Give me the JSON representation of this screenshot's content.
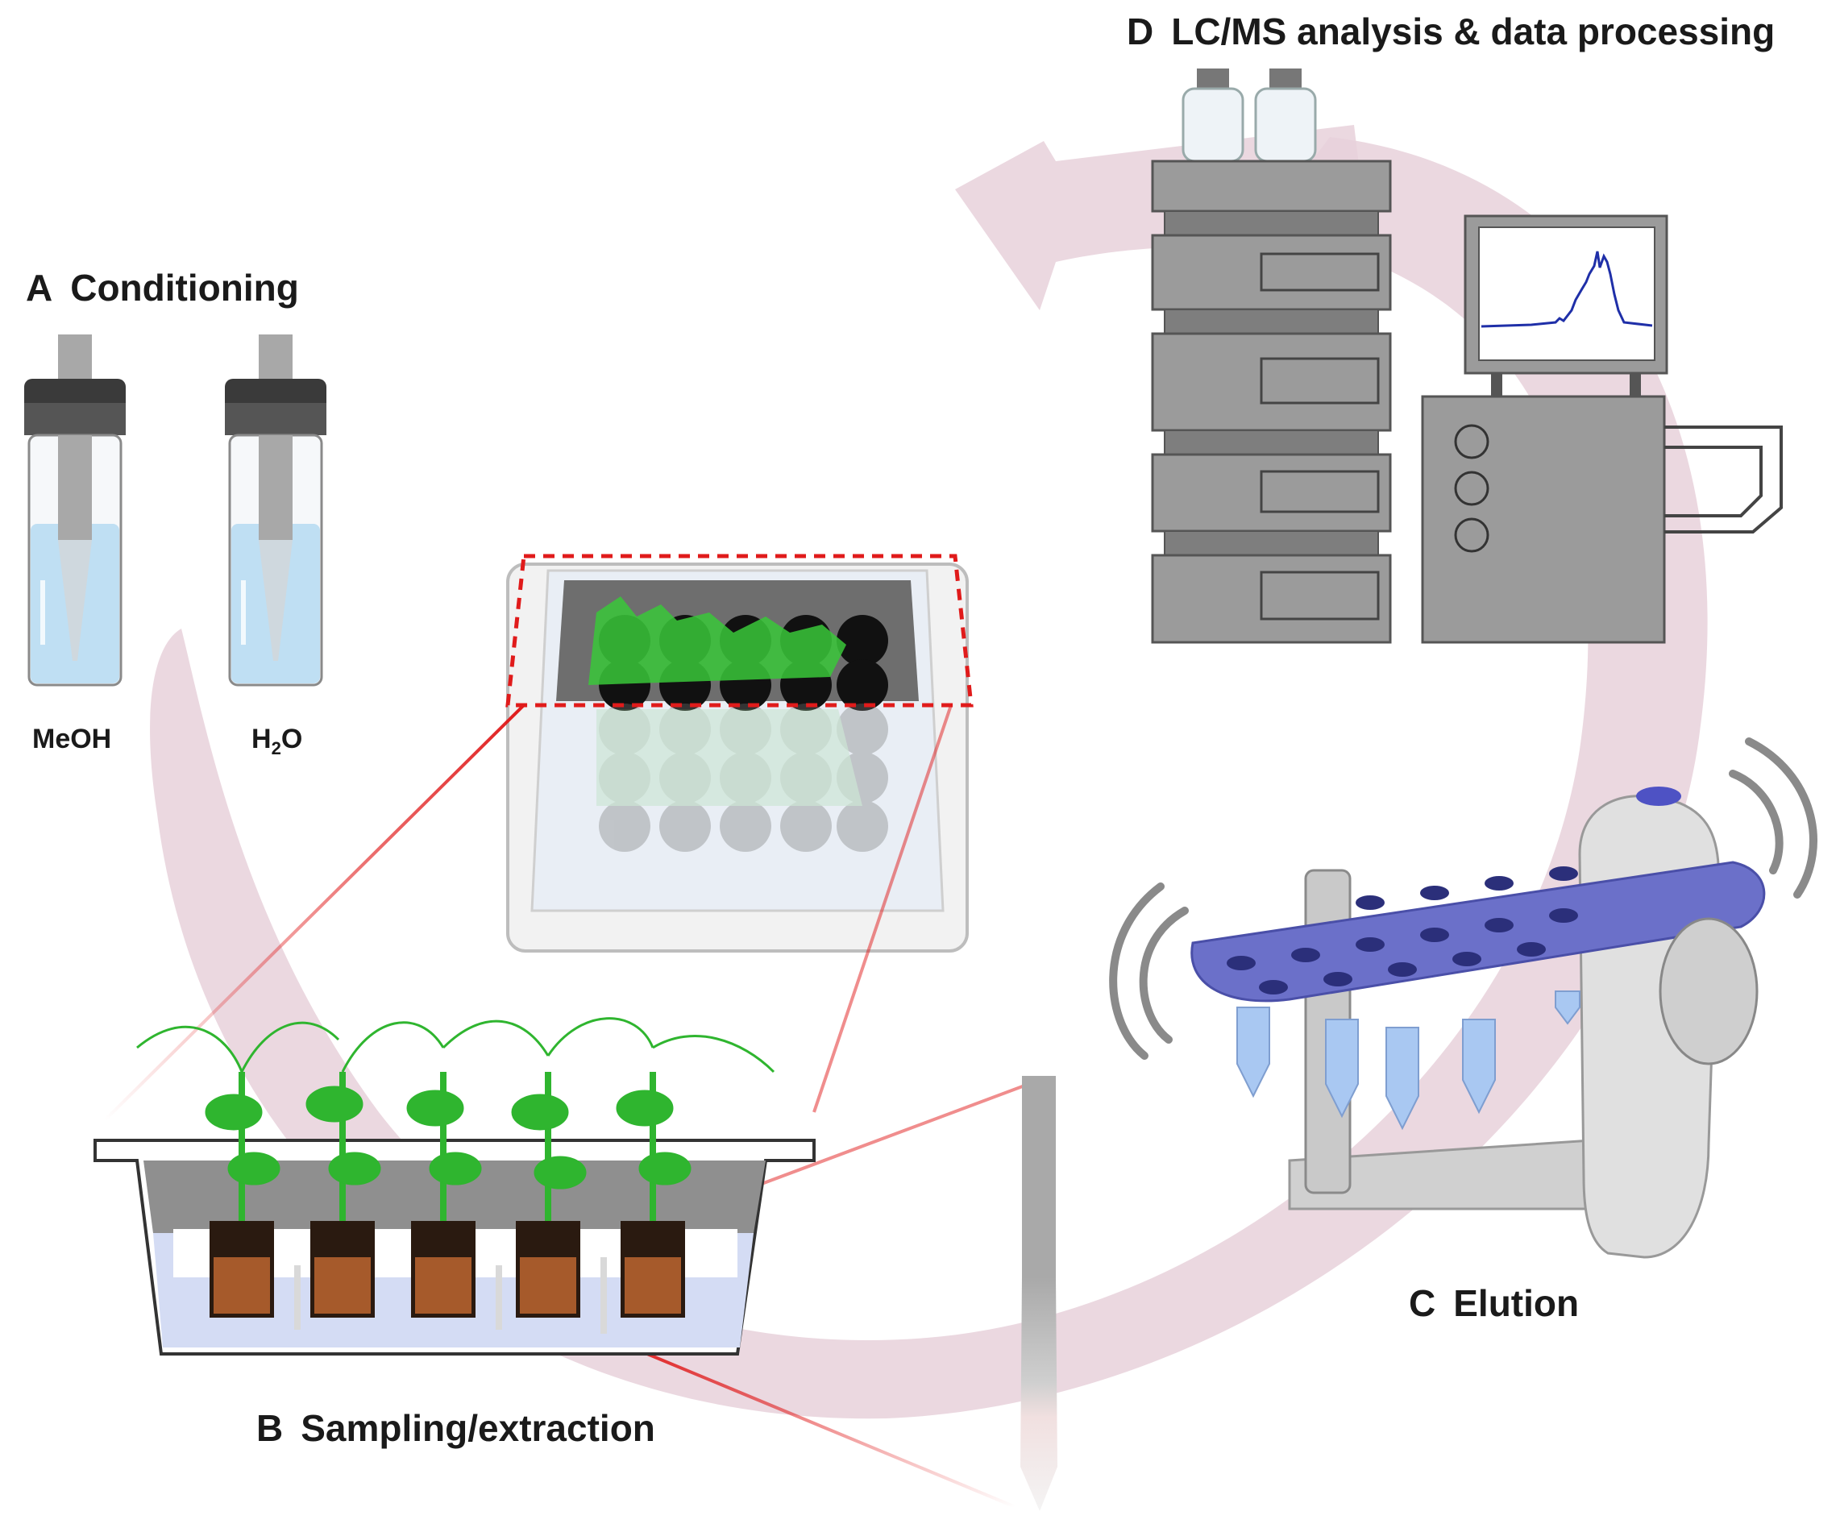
{
  "steps": {
    "a": {
      "letter": "A",
      "title": "Conditioning"
    },
    "b": {
      "letter": "B",
      "title": "Sampling/extraction"
    },
    "c": {
      "letter": "C",
      "title": "Elution"
    },
    "d": {
      "letter": "D",
      "title": "LC/MS analysis & data processing"
    }
  },
  "solvents": {
    "meoh": "MeOH",
    "h2o_main": "H",
    "h2o_sub": "2",
    "h2o_end": "O"
  },
  "colors": {
    "cycle_arrow": "#e6ccd6",
    "vial_liquid": "#b9dcf2",
    "instrument": "#9b9b9b",
    "plant": "#2fb52f",
    "rotator_plate": "#6b70c9",
    "zoom_line": "#e01b1b",
    "chromatogram": "#1f2fa8"
  }
}
